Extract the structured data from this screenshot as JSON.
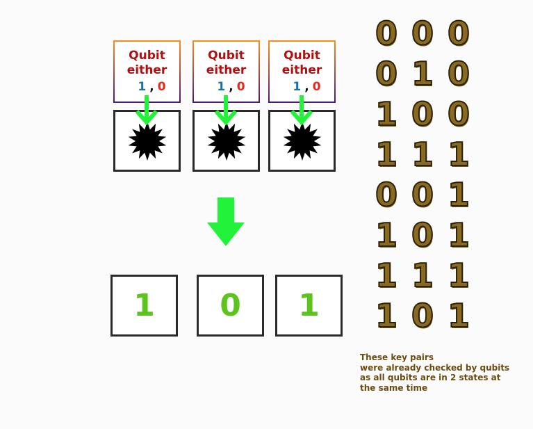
{
  "qubits": [
    {
      "title": "Qubit either",
      "state_one": "1",
      "separator": ",",
      "state_zero": "0"
    },
    {
      "title": "Qubit either",
      "state_one": "1",
      "separator": ",",
      "state_zero": "0"
    },
    {
      "title": "Qubit either",
      "state_one": "1",
      "separator": ",",
      "state_zero": "0"
    }
  ],
  "results": [
    "1",
    "0",
    "1"
  ],
  "bit_rows": [
    [
      "0",
      "0",
      "0"
    ],
    [
      "0",
      "1",
      "0"
    ],
    [
      "1",
      "0",
      "0"
    ],
    [
      "1",
      "1",
      "1"
    ],
    [
      "0",
      "0",
      "1"
    ],
    [
      "1",
      "0",
      "1"
    ],
    [
      "1",
      "1",
      "1"
    ],
    [
      "1",
      "0",
      "1"
    ]
  ],
  "note_lines": [
    "These key pairs",
    "were already checked by qubits",
    "as all qubits are in 2 states at",
    "the same time"
  ],
  "colors": {
    "qubit_title": "#b01010",
    "state_one": "#1874a8",
    "state_zero": "#e8261a",
    "arrow": "#22f23a",
    "result_digit": "#5cc41c",
    "note_text": "#6a4c10"
  },
  "icons": {
    "measurement": "explosion-burst-icon",
    "flow": "arrow-down-icon"
  }
}
